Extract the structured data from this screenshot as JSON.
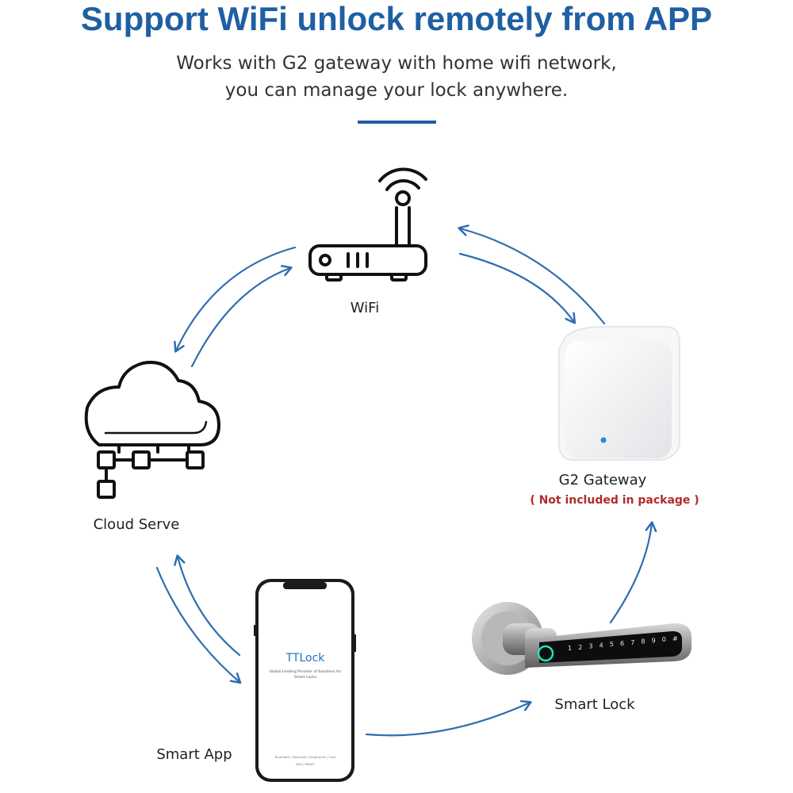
{
  "header": {
    "title": "Support WiFi unlock remotely from APP",
    "subtitle_line1": "Works with G2 gateway with home wifi network,",
    "subtitle_line2": "you can manage your lock anywhere."
  },
  "nodes": {
    "wifi": {
      "label": "WiFi"
    },
    "cloud": {
      "label": "Cloud Serve"
    },
    "gateway": {
      "label": "G2 Gateway",
      "note": "( Not included in package )"
    },
    "lock": {
      "label": "Smart Lock",
      "keypad": [
        "1",
        "2",
        "3",
        "4",
        "5",
        "6",
        "7",
        "8",
        "9",
        "0",
        "#"
      ]
    },
    "app": {
      "label": "Smart App",
      "screen_brand": "TTLock",
      "screen_tagline_1": "Global Leading Provider of Solutions for",
      "screen_tagline_2": "Smart Locks",
      "screen_footer_1": "Bluetooth | Passcode | Fingerprint | Card",
      "screen_footer_2": "WiFi | RB/eIT"
    }
  },
  "colors": {
    "accent": "#1f5fa3",
    "arrow": "#2e6db0",
    "note": "#b12a2a",
    "gateway_led": "#1e88e5"
  }
}
